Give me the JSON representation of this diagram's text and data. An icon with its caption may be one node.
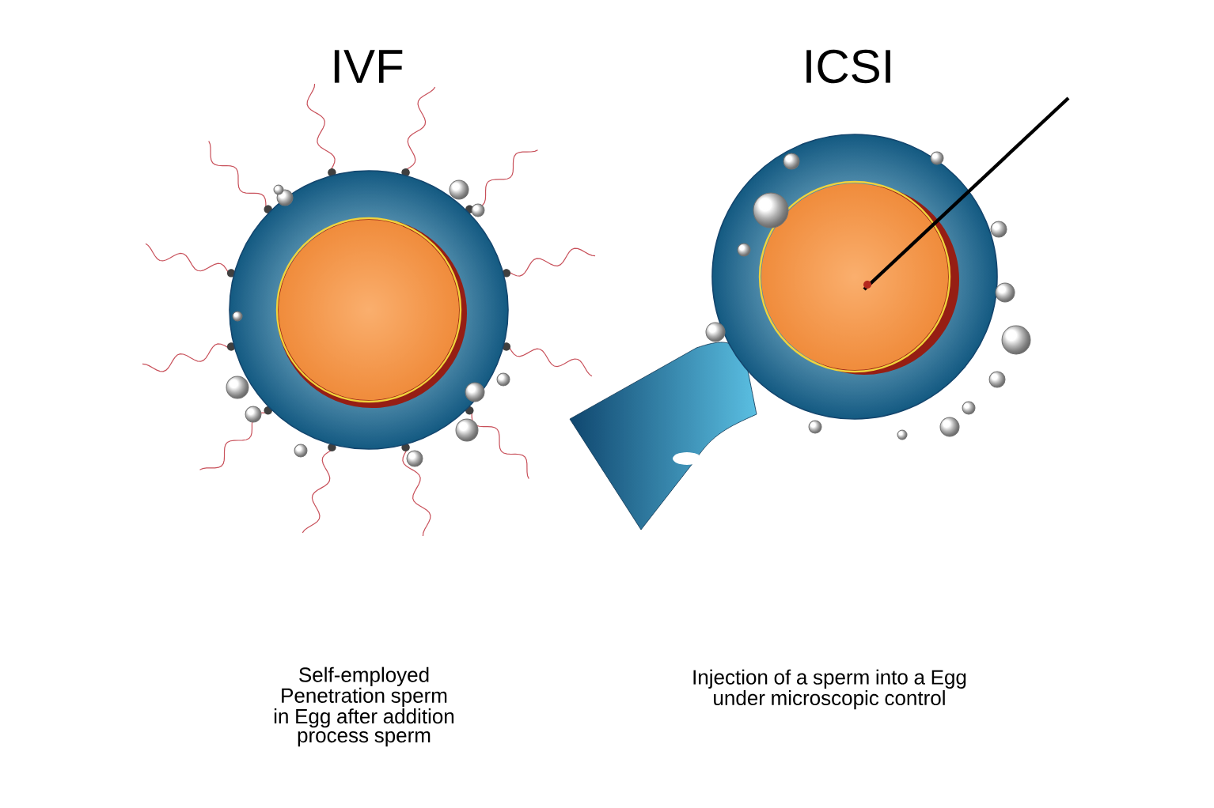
{
  "diagram": {
    "labels": [
      "IVF",
      "ICSI",
      "Self-employed Penetration sperm in Egg after addition process sperm",
      "Injection of a sperm into a Egg under microscopic control"
    ]
  }
}
